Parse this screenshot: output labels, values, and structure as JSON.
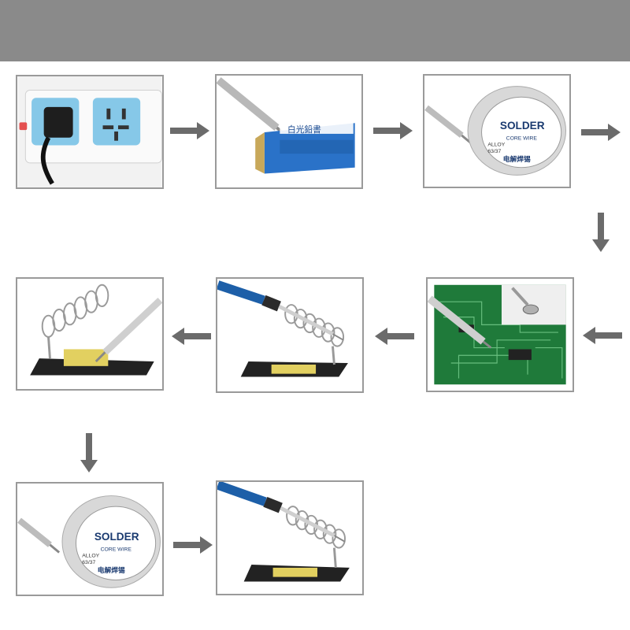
{
  "colors": {
    "banner": "#8a8a8a",
    "panel_border": "#9a9a9a",
    "arrow": "#6b6b6b",
    "socket_blue": "#86c8e8",
    "pcb_green": "#1f7a3a",
    "sponge_yellow": "#e2d060",
    "handle_blue": "#1d5fa8"
  },
  "steps": [
    {
      "icon": "power-socket-plug-icon"
    },
    {
      "icon": "iron-tip-tinning-box-icon",
      "box_label": "白光鉛書"
    },
    {
      "icon": "solder-wire-spool-icon",
      "spool_brand": "SOLDER",
      "spool_sub": "CORE WIRE",
      "spool_alloy": "ALLOY",
      "spool_ratio": "63/37",
      "spool_cn": "电解焊锡"
    },
    {
      "icon": "pcb-soldering-icon"
    },
    {
      "icon": "iron-in-stand-icon"
    },
    {
      "icon": "empty-stand-icon"
    },
    {
      "icon": "solder-wire-spool-icon",
      "spool_brand": "SOLDER",
      "spool_sub": "CORE WIRE",
      "spool_alloy": "ALLOY",
      "spool_ratio": "63/37",
      "spool_cn": "电解焊锡"
    },
    {
      "icon": "iron-in-stand-icon"
    }
  ]
}
